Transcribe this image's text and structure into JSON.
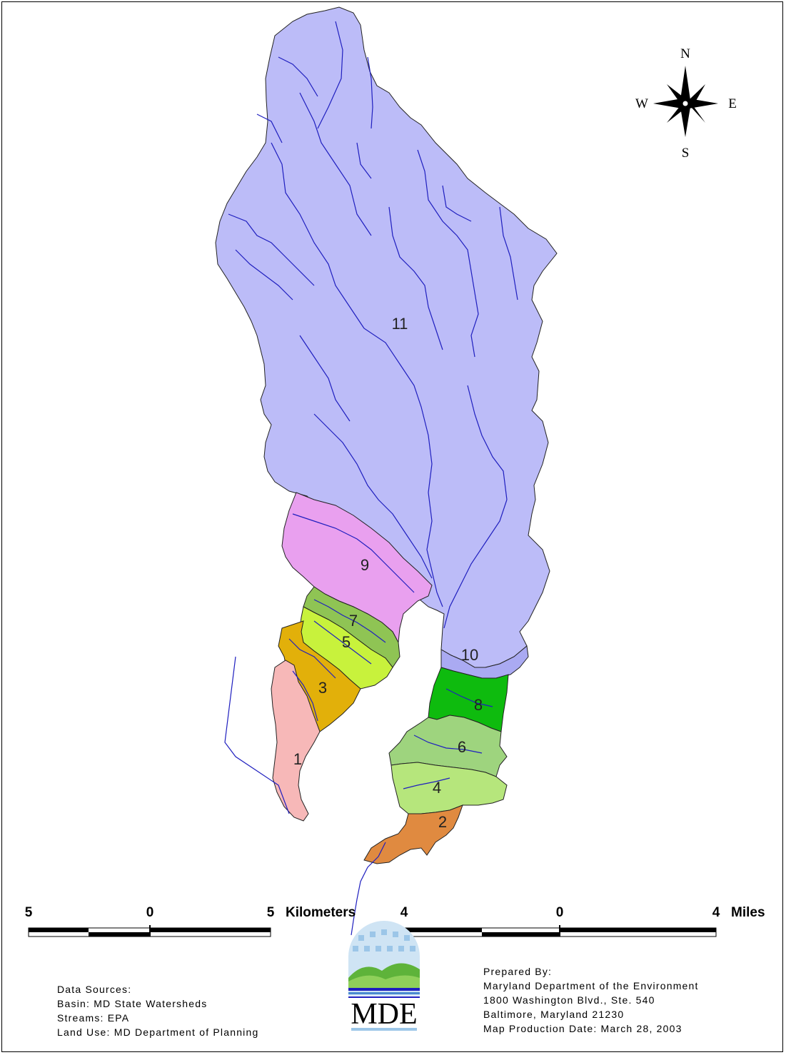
{
  "compass": {
    "n": "N",
    "s": "S",
    "e": "E",
    "w": "W"
  },
  "subbasins": [
    {
      "label": "11",
      "color": "#bcbcf8"
    },
    {
      "label": "10",
      "color": "#aaaaf2"
    },
    {
      "label": "9",
      "color": "#e9a0ef"
    },
    {
      "label": "8",
      "color": "#0ebb0e"
    },
    {
      "label": "7",
      "color": "#8fc454"
    },
    {
      "label": "6",
      "color": "#9ed47e"
    },
    {
      "label": "5",
      "color": "#c8f23c"
    },
    {
      "label": "4",
      "color": "#b6e67c"
    },
    {
      "label": "3",
      "color": "#e2b00a"
    },
    {
      "label": "2",
      "color": "#e08a40"
    },
    {
      "label": "1",
      "color": "#f7b8b8"
    }
  ],
  "stream_color": "#1f1fbf",
  "scalebar_km": {
    "left": "5",
    "mid": "0",
    "right": "5",
    "unit": "Kilometers"
  },
  "scalebar_mi": {
    "left": "4",
    "mid": "0",
    "right": "4",
    "unit": "Miles"
  },
  "data_sources": {
    "heading": "Data Sources:",
    "basin": "Basin: MD State Watersheds",
    "streams": "Streams: EPA",
    "land_use": "Land Use: MD Department of Planning"
  },
  "logo": {
    "text": "MDE"
  },
  "prepared": {
    "heading": "Prepared By:",
    "org": "Maryland Department of the Environment",
    "street": "1800 Washington Blvd., Ste. 540",
    "city": "Baltimore, Maryland 21230",
    "date": "Map Production Date: March 28, 2003"
  }
}
